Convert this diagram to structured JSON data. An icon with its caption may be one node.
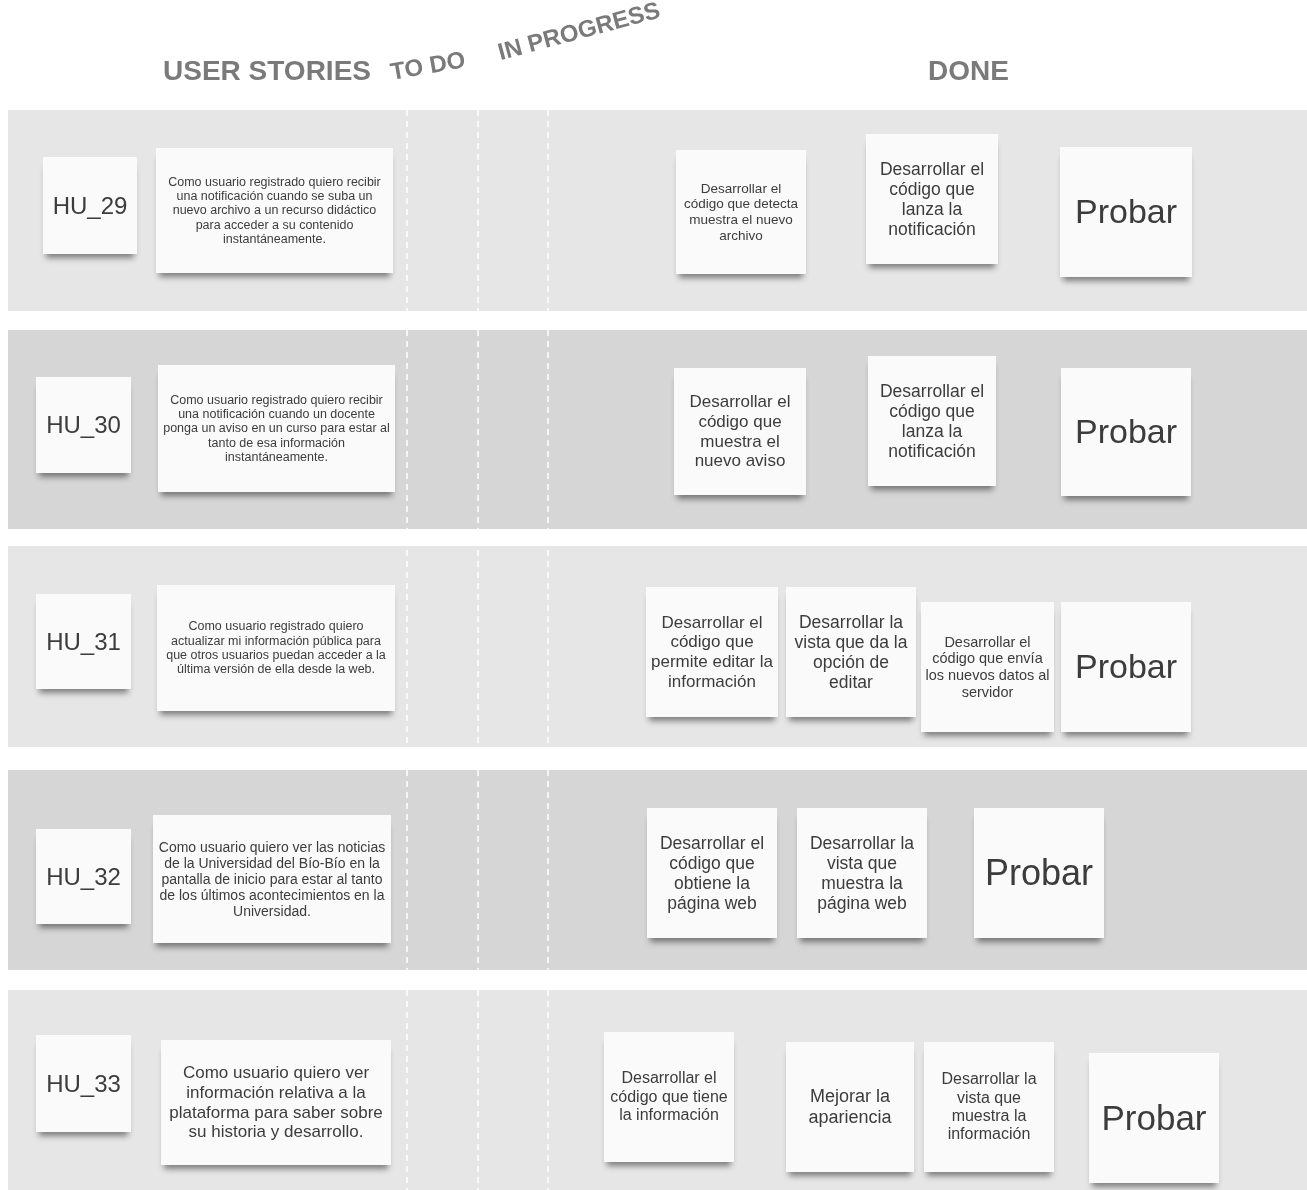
{
  "diagram": {
    "nodes": [
      {
        "text": [],
        "shape": "band"
      },
      {
        "text": [
          "HU_29"
        ],
        "in": 0
      },
      {
        "text": [
          "Como usuario registrado quiero recibir una notificación cuando se suba un nuevo archivo a un recurso didáctico para acceder a su contenido instantáneamente."
        ],
        "in": 0
      },
      {
        "text": [
          "Desarrollar el código que detecta muestra el nuevo archivo"
        ],
        "in": 0
      },
      {
        "text": [
          "Desarrollar el código que lanza la notificación"
        ],
        "in": 0
      },
      {
        "text": [
          "Probar"
        ],
        "in": 0
      },
      {
        "text": [],
        "shape": "band"
      },
      {
        "text": [
          "HU_30"
        ],
        "in": 6
      },
      {
        "text": [
          "Como usuario registrado quiero recibir una notificación cuando un docente ponga un aviso en un curso para estar al tanto de esa información instantáneamente."
        ],
        "in": 6
      },
      {
        "text": [
          "Desarrollar el código que muestra el nuevo aviso"
        ],
        "in": 6
      },
      {
        "text": [
          "Desarrollar el código que lanza la notificación"
        ],
        "in": 6
      },
      {
        "text": [
          "Probar"
        ],
        "in": 6
      },
      {
        "text": [],
        "shape": "band"
      },
      {
        "text": [
          "HU_31"
        ],
        "in": 12
      },
      {
        "text": [
          "Como usuario registrado quiero actualizar mi información pública para que otros usuarios puedan acceder a la última versión de ella desde la web."
        ],
        "in": 12
      },
      {
        "text": [
          "Desarrollar el código que permite editar la información"
        ],
        "in": 12
      },
      {
        "text": [
          "Desarrollar la vista que da la opción de editar"
        ],
        "in": 12
      },
      {
        "text": [
          "Desarrollar el código que envía los nuevos datos al servidor"
        ],
        "in": 12
      },
      {
        "text": [
          "Probar"
        ],
        "in": 12
      },
      {
        "text": [],
        "shape": "band"
      },
      {
        "text": [
          "HU_32"
        ],
        "in": 19
      },
      {
        "text": [
          "Como usuario quiero ver las noticias de la Universidad del Bío-Bío en la pantalla de inicio para estar al tanto de los últimos acontecimientos en la Universidad."
        ],
        "in": 19
      },
      {
        "text": [
          "Desarrollar el código que obtiene la página web"
        ],
        "in": 19
      },
      {
        "text": [
          "Desarrollar la vista que muestra la página web"
        ],
        "in": 19
      },
      {
        "text": [
          "Probar"
        ],
        "in": 19
      },
      {
        "text": [],
        "shape": "band"
      },
      {
        "text": [
          "HU_33"
        ],
        "in": 25
      },
      {
        "text": [
          "Como usuario quiero ver información relativa a la plataforma para saber sobre su historia y desarrollo."
        ],
        "in": 25
      },
      {
        "text": [
          "Desarrollar el código que tiene la información"
        ],
        "in": 25
      },
      {
        "text": [
          "Mejorar la apariencia"
        ],
        "in": 25
      },
      {
        "text": [
          "Desarrollar la vista que muestra la información"
        ],
        "in": 25
      },
      {
        "text": [
          "Probar"
        ],
        "in": 25
      }
    ],
    "edges": [],
    "labels": [
      "USER STORIES",
      "TO DO",
      "IN PROGRESS",
      "DONE"
    ]
  }
}
